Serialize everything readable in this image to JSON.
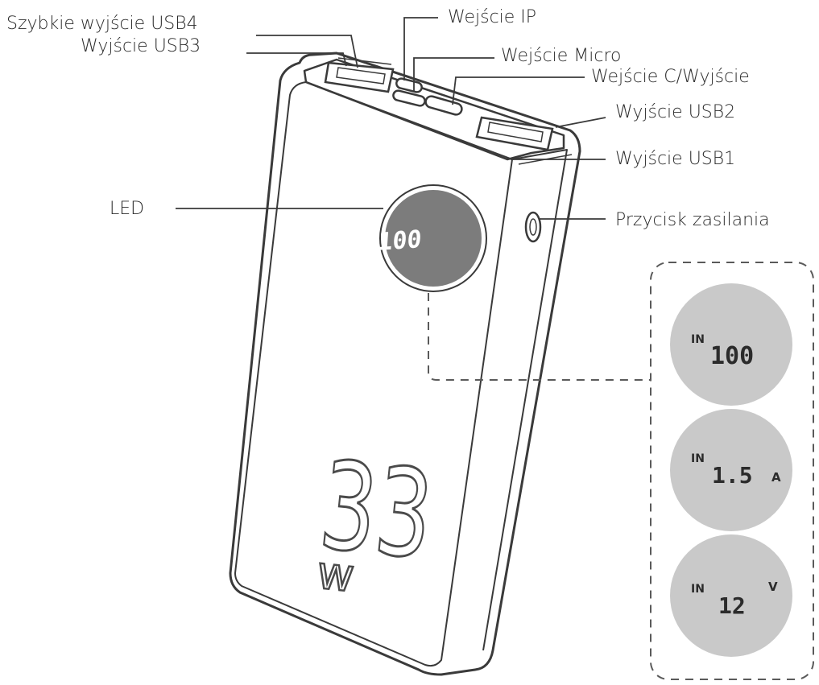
{
  "labels": {
    "usb4": "Szybkie wyjście USB4",
    "usb3": "Wyjście USB3",
    "ip_in": "Wejście IP",
    "micro_in": "Wejście Micro",
    "type_c": "Wejście C/Wyjście",
    "usb2": "Wyjście USB2",
    "usb1": "Wyjście USB1",
    "led": "LED",
    "power_button": "Przycisk zasilania"
  },
  "device": {
    "led_value": "100",
    "power_rating": "33",
    "power_unit": "w"
  },
  "displays": [
    {
      "prefix": "IN",
      "value": "100",
      "unit": ""
    },
    {
      "prefix": "IN",
      "value": "1.5",
      "unit": "A"
    },
    {
      "prefix": "IN",
      "value": "12",
      "unit": "V"
    }
  ],
  "colors": {
    "line": "#3a3a3a",
    "led_circle": "#7c7c7c",
    "display_circle": "#c9c9c9",
    "led_text": "#ffffff",
    "display_text": "#2b2b2b"
  }
}
